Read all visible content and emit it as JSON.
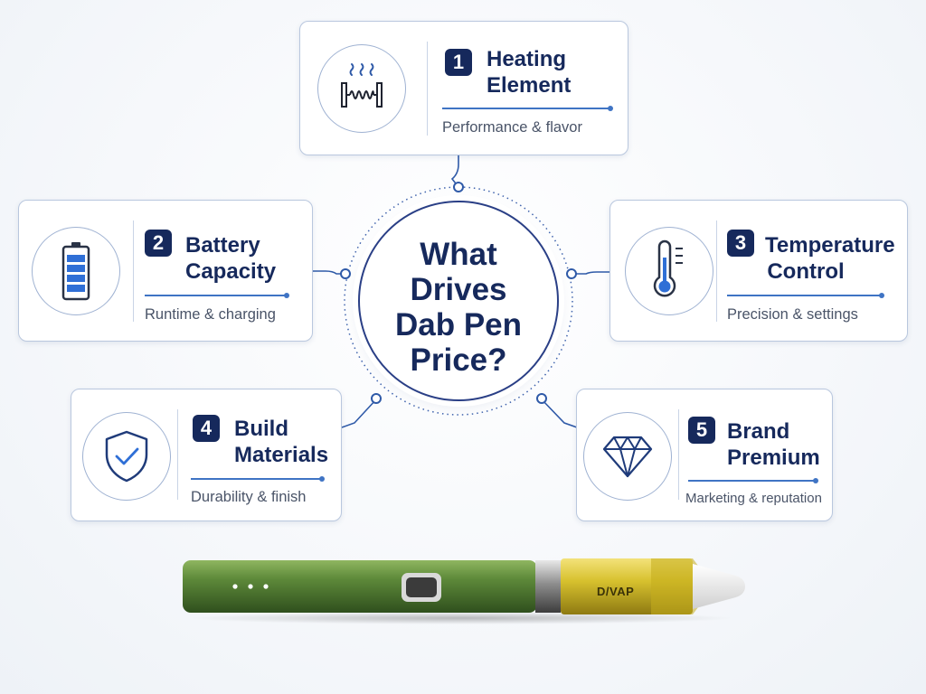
{
  "hub": {
    "lines": [
      "What",
      "Drives",
      "Dab Pen",
      "Price?"
    ]
  },
  "factors": [
    {
      "number": "1",
      "title_line1": "Heating",
      "title_line2": "Element",
      "subtitle": "Performance & flavor",
      "icon": "heating-coil-icon"
    },
    {
      "number": "2",
      "title_line1": "Battery",
      "title_line2": "Capacity",
      "subtitle": "Runtime & charging",
      "icon": "battery-icon"
    },
    {
      "number": "3",
      "title_line1": "Temperature",
      "title_line2": "Control",
      "subtitle": "Precision & settings",
      "icon": "thermometer-icon"
    },
    {
      "number": "4",
      "title_line1": "Build",
      "title_line2": "Materials",
      "subtitle": "Durability & finish",
      "icon": "shield-check-icon"
    },
    {
      "number": "5",
      "title_line1": "Brand",
      "title_line2": "Premium",
      "subtitle": "Marketing & reputation",
      "icon": "diamond-icon"
    }
  ],
  "product": {
    "brand_label": "D/VAP",
    "body_color": "#5e8a3a",
    "cartridge_color": "#d7c12e"
  },
  "colors": {
    "navy": "#16295c",
    "accent_blue": "#3f74c4",
    "border": "#b9c7de"
  }
}
